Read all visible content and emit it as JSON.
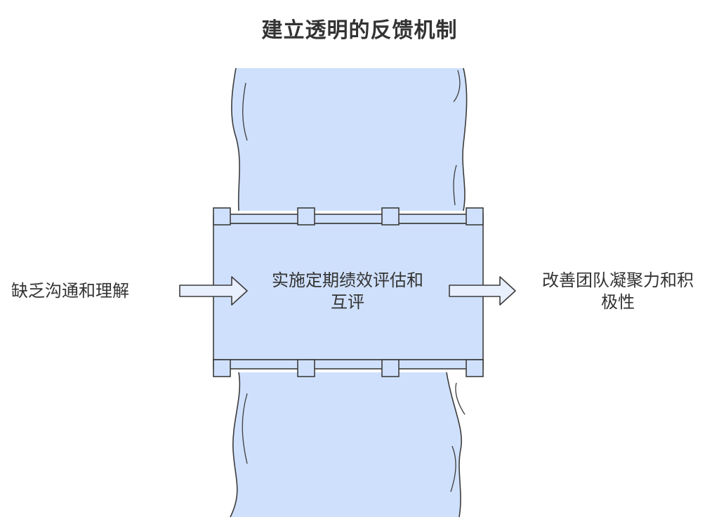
{
  "title": "建立透明的反馈机制",
  "problem": "缺乏沟通和理解",
  "solution": {
    "line1": "实施定期绩效评估和",
    "line2": "互评"
  },
  "outcome": {
    "line1": "改善团队凝聚力和积",
    "line2": "极性"
  },
  "colors": {
    "water": "#cfe0fc",
    "stroke": "#3c3c3c",
    "bridge": "#cfe0fc",
    "arrow": "#e8effd"
  }
}
